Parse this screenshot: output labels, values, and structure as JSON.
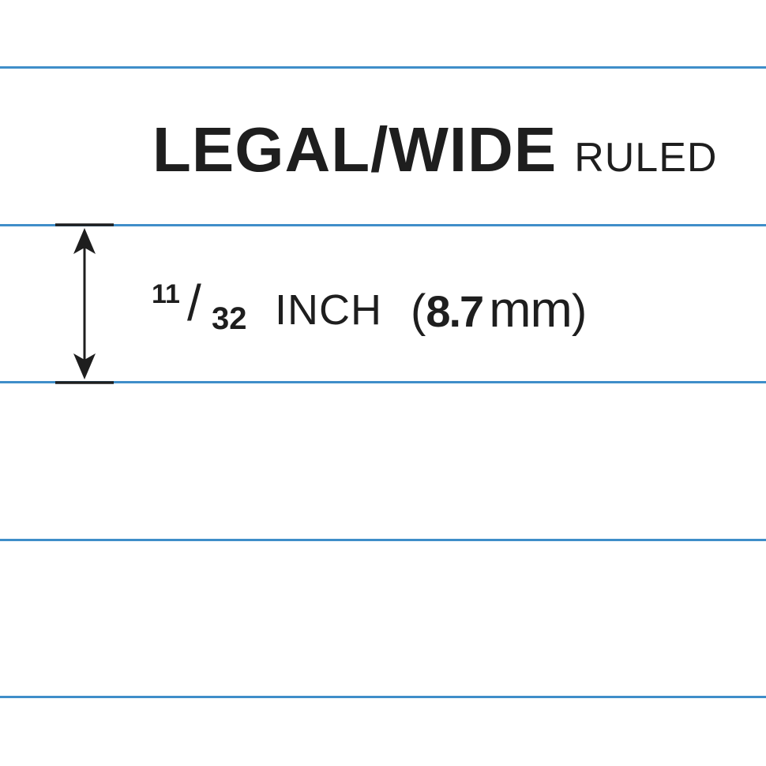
{
  "heading": {
    "bold_text": "LEGAL/WIDE",
    "light_text": "RULED"
  },
  "spacing": {
    "fraction_numerator": "11",
    "fraction_slash": "/",
    "fraction_denominator": "32",
    "inch_unit": "INCH",
    "open_paren": "(",
    "metric_value": "8.7",
    "metric_unit": "mm",
    "close_paren": ")"
  },
  "colors": {
    "rule_line": "#3f8ec9",
    "ink": "#1e1e1e",
    "paper": "#ffffff"
  },
  "icons": {
    "dimension": "double-arrow-dimension-icon"
  }
}
